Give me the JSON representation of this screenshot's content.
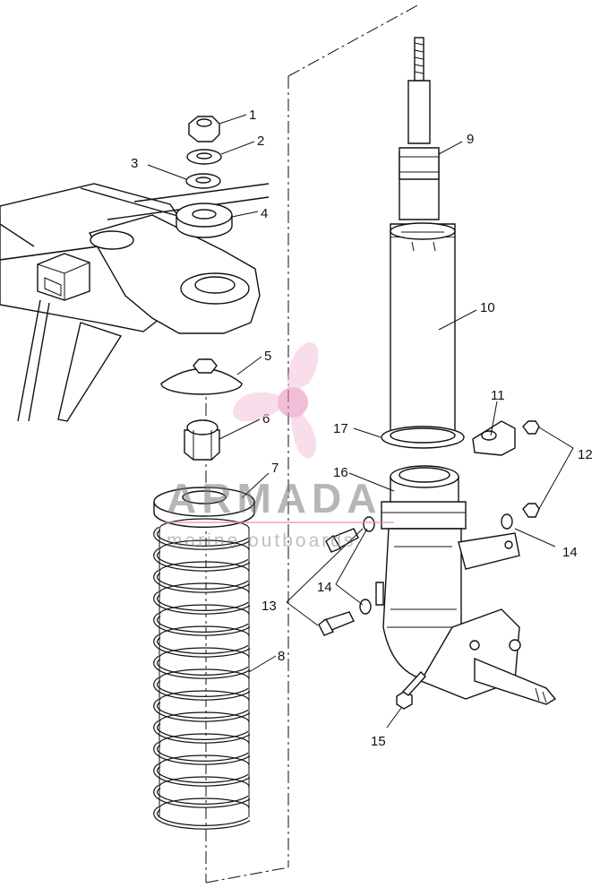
{
  "watermark": {
    "brand": "ARMADA",
    "tagline": "marine outboards",
    "logo_icon": "propeller-icon",
    "accent_color": "#e58ab8"
  },
  "callouts": [
    {
      "id": "1",
      "label": "1"
    },
    {
      "id": "2",
      "label": "2"
    },
    {
      "id": "3",
      "label": "3"
    },
    {
      "id": "4",
      "label": "4"
    },
    {
      "id": "5",
      "label": "5"
    },
    {
      "id": "6",
      "label": "6"
    },
    {
      "id": "7",
      "label": "7"
    },
    {
      "id": "8",
      "label": "8"
    },
    {
      "id": "9",
      "label": "9"
    },
    {
      "id": "10",
      "label": "10"
    },
    {
      "id": "11",
      "label": "11"
    },
    {
      "id": "12",
      "label": "12"
    },
    {
      "id": "13",
      "label": "13"
    },
    {
      "id": "14a",
      "label": "14"
    },
    {
      "id": "14b",
      "label": "14"
    },
    {
      "id": "15",
      "label": "15"
    },
    {
      "id": "16",
      "label": "16"
    },
    {
      "id": "17",
      "label": "17"
    }
  ]
}
